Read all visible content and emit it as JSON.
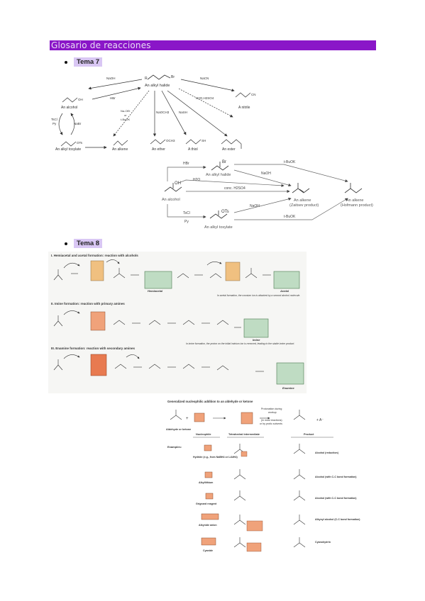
{
  "header": {
    "title": "Glosario de reacciones"
  },
  "sections": [
    {
      "label": "Tema 7"
    },
    {
      "label": "Tema 8"
    }
  ],
  "tema7_top": {
    "center": "An alkyl halide",
    "reagents": [
      "NaOH",
      "HBr",
      "NaCN",
      "H2O,H2SO4",
      "Na‑OEt",
      "or",
      "t‑BuOK",
      "NaOCH3",
      "NaSH",
      "TsCl",
      "Py",
      "NaBr"
    ],
    "products": [
      "An alcohol",
      "An alkyl tosylate",
      "An alkene",
      "An ether",
      "A thiol",
      "An ester",
      "A nitrile"
    ]
  },
  "tema7_bottom": {
    "reagents": [
      "HBr",
      "H2O",
      "TsCl",
      "Py",
      "t‑BuOK",
      "NaOH",
      "conc. H2SO4",
      "NaOH",
      "t‑BuOK"
    ],
    "labels": [
      "An alkyl halide",
      "An alcohol",
      "An alkyl tosylate",
      "An alkene",
      "(Zaitsev product)",
      "An alkene",
      "(Hofmann product)"
    ],
    "atoms": [
      "Br",
      "OH",
      "OTs"
    ]
  },
  "tema8_top": {
    "headings": [
      "I. Hemiacetal and acetal formation: reaction with alcohols",
      "II. Imine formation: reaction with primary amines",
      "III. Enamine formation: reaction with secondary amines"
    ],
    "box_labels": [
      "Hemiacetal",
      "Acetal",
      "Imine",
      "Enamine"
    ],
    "notes": [
      "In acetal formation, the oxonium ion is attacked by a second alcohol molecule.",
      "In imine formation, the proton on the initial iminium ion is removed, leading to the stable imine product."
    ]
  },
  "tema8_bottom": {
    "title": "Generalized nucleophilic addition to an aldehyde or ketone",
    "protonation": [
      "Protonation during",
      "workup",
      "(in most reactions)",
      "or by protic solvents"
    ],
    "columns": [
      "Aldehyde or ketone",
      "Nucleophile",
      "Tetrahedral intermediate",
      "Product"
    ],
    "examples_label": "Examples:",
    "nucleophiles": [
      "Hydride (e.g., from NaBH4 or LiAlH4)",
      "Alkyllithium",
      "Grignard reagent",
      "Alkynide anion",
      "Cyanide"
    ],
    "products": [
      "Alcohol (reduction)",
      "Alcohol (with C‑C bond formation)",
      "Alcohol (with C‑C bond formation)",
      "Alkynyl alcohol (C‑C bond formation)",
      "Cyanohydrin"
    ]
  },
  "colors": {
    "banner": "#8a16c8",
    "tema_highlight": "#d9c7f4",
    "orange_box": "#f0a27a",
    "green_box": "#bfdcc3"
  }
}
